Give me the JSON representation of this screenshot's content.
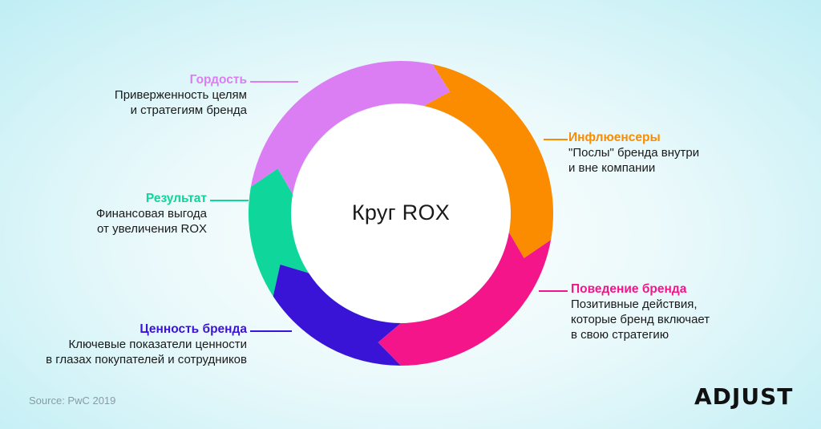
{
  "diagram": {
    "title": "Круг ROX",
    "segments": [
      {
        "id": "pride",
        "heading": "Гордость",
        "line1": "Приверженность целям",
        "line2": "и стратегиям бренда",
        "color": "#db7ef4"
      },
      {
        "id": "influencers",
        "heading": "Инфлюенсеры",
        "line1": "\"Послы\" бренда внутри",
        "line2": "и вне компании",
        "color": "#fb8c00"
      },
      {
        "id": "behavior",
        "heading": "Поведение бренда",
        "line1": "Позитивные действия,",
        "line2": "которые бренд включает",
        "line3": "в свою стратегию",
        "color": "#f4158a"
      },
      {
        "id": "value",
        "heading": "Ценность бренда",
        "line1": "Ключевые показатели ценности",
        "line2": "в глазах покупателей и сотрудников",
        "color": "#3a14d6"
      },
      {
        "id": "result",
        "heading": "Результат",
        "line1": "Финансовая выгода",
        "line2": "от увеличения ROX",
        "color": "#0fd69a"
      }
    ]
  },
  "footer": {
    "source": "Source: PwC 2019",
    "logo": "ADJUST"
  }
}
